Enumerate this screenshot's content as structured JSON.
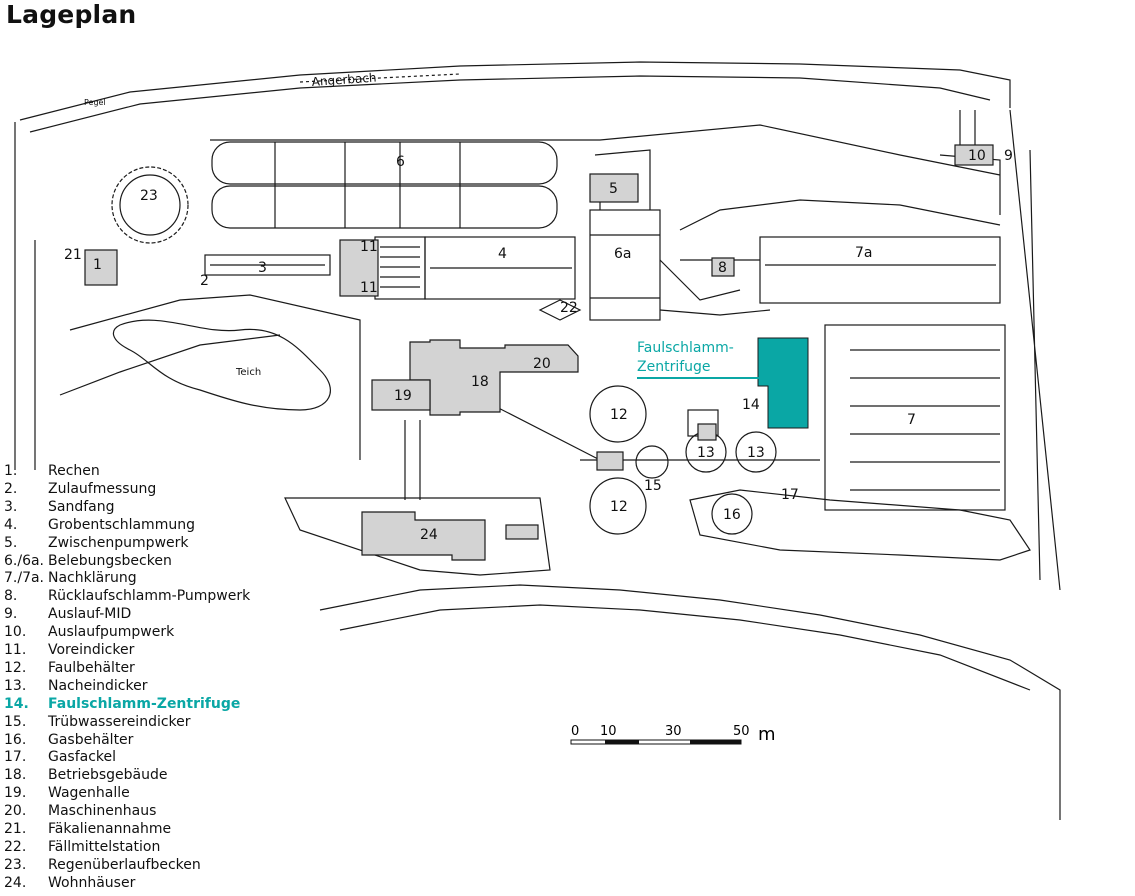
{
  "title": "Lageplan",
  "colors": {
    "highlight": "#0aa7a5",
    "building": "#d3d3d3",
    "line": "#1a1a1a"
  },
  "map_labels": {
    "waterway": "Angerbach",
    "gauge": "Pegel",
    "pond": "Teich",
    "highlight_callout_line1": "Faulschlamm-",
    "highlight_callout_line2": "Zentrifuge",
    "n1": "1",
    "n2": "2",
    "n3": "3",
    "n4": "4",
    "n5": "5",
    "n6": "6",
    "n6a": "6a",
    "n7": "7",
    "n7a": "7a",
    "n8": "8",
    "n9": "9",
    "n10": "10",
    "n11a": "11",
    "n11b": "11",
    "n12a": "12",
    "n12b": "12",
    "n13a": "13",
    "n13b": "13",
    "n14": "14",
    "n15": "15",
    "n16": "16",
    "n17": "17",
    "n18": "18",
    "n19": "19",
    "n20": "20",
    "n21": "21",
    "n22": "22",
    "n23": "23",
    "n24": "24"
  },
  "legend": [
    {
      "num": "1.",
      "label": "Rechen"
    },
    {
      "num": "2.",
      "label": "Zulaufmessung"
    },
    {
      "num": "3.",
      "label": "Sandfang"
    },
    {
      "num": "4.",
      "label": "Grobentschlammung"
    },
    {
      "num": "5.",
      "label": "Zwischenpumpwerk"
    },
    {
      "num": "6./6a.",
      "label": "Belebungsbecken"
    },
    {
      "num": "7./7a.",
      "label": "Nachklärung"
    },
    {
      "num": "8.",
      "label": "Rücklaufschlamm-Pumpwerk"
    },
    {
      "num": "9.",
      "label": "Auslauf-MID"
    },
    {
      "num": "10.",
      "label": "Auslaufpumpwerk"
    },
    {
      "num": "11.",
      "label": "Voreindicker"
    },
    {
      "num": "12.",
      "label": "Faulbehälter"
    },
    {
      "num": "13.",
      "label": "Nacheindicker"
    },
    {
      "num": "14.",
      "label": "Faulschlamm-Zentrifuge",
      "highlight": true
    },
    {
      "num": "15.",
      "label": "Trübwassereindicker"
    },
    {
      "num": "16.",
      "label": "Gasbehälter"
    },
    {
      "num": "17.",
      "label": "Gasfackel"
    },
    {
      "num": "18.",
      "label": "Betriebsgebäude"
    },
    {
      "num": "19.",
      "label": "Wagenhalle"
    },
    {
      "num": "20.",
      "label": "Maschinenhaus"
    },
    {
      "num": "21.",
      "label": "Fäkalienannahme"
    },
    {
      "num": "22.",
      "label": "Fällmittelstation"
    },
    {
      "num": "23.",
      "label": "Regenüberlaufbecken"
    },
    {
      "num": "24.",
      "label": "Wohnhäuser"
    }
  ],
  "scale": {
    "ticks": [
      "0",
      "10",
      "30",
      "50"
    ],
    "unit": "m"
  }
}
